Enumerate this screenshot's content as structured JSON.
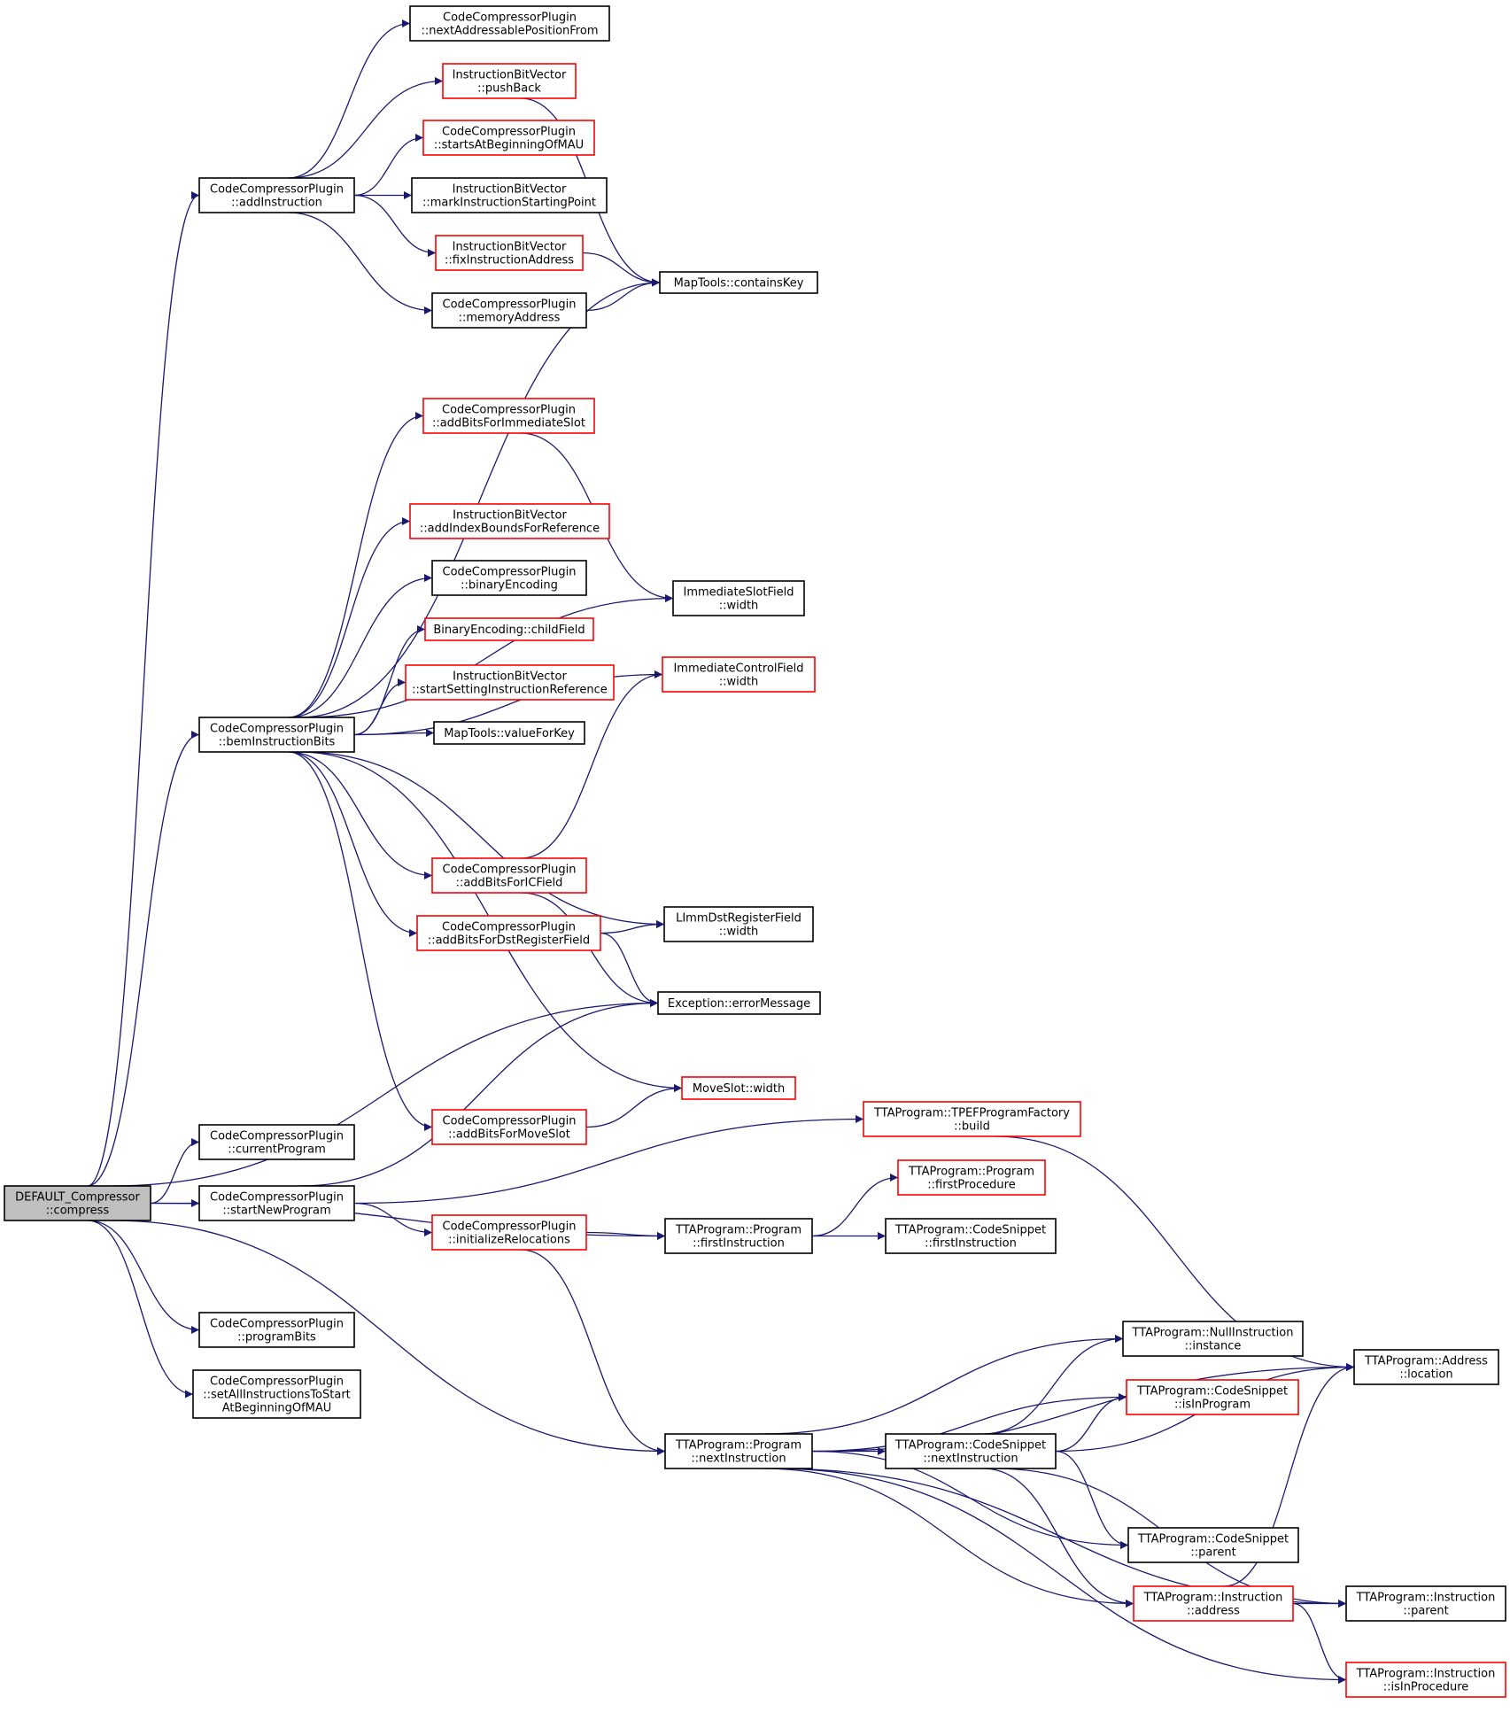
{
  "colors": {
    "edge": "#191970",
    "root_fill": "#bfbfbf",
    "node_fill": "#ffffff",
    "border_normal": "#000000",
    "border_truncated": "#ff0000"
  },
  "nodes": [
    {
      "id": "compress",
      "lines": [
        "DEFAULT_Compressor",
        "::compress"
      ],
      "style": "root"
    },
    {
      "id": "nextAddressable",
      "lines": [
        "CodeCompressorPlugin",
        "::nextAddressablePositionFrom"
      ],
      "style": "normal"
    },
    {
      "id": "pushBack",
      "lines": [
        "InstructionBitVector",
        "::pushBack"
      ],
      "style": "truncated"
    },
    {
      "id": "startsAtBeginning",
      "lines": [
        "CodeCompressorPlugin",
        "::startsAtBeginningOfMAU"
      ],
      "style": "truncated"
    },
    {
      "id": "addInstruction",
      "lines": [
        "CodeCompressorPlugin",
        "::addInstruction"
      ],
      "style": "normal"
    },
    {
      "id": "markInstruction",
      "lines": [
        "InstructionBitVector",
        "::markInstructionStartingPoint"
      ],
      "style": "normal"
    },
    {
      "id": "fixInstruction",
      "lines": [
        "InstructionBitVector",
        "::fixInstructionAddress"
      ],
      "style": "truncated"
    },
    {
      "id": "containsKey",
      "lines": [
        "MapTools::containsKey"
      ],
      "style": "normal"
    },
    {
      "id": "memoryAddress",
      "lines": [
        "CodeCompressorPlugin",
        "::memoryAddress"
      ],
      "style": "normal"
    },
    {
      "id": "addBitsImmSlot",
      "lines": [
        "CodeCompressorPlugin",
        "::addBitsForImmediateSlot"
      ],
      "style": "truncated"
    },
    {
      "id": "addIndexBounds",
      "lines": [
        "InstructionBitVector",
        "::addIndexBoundsForReference"
      ],
      "style": "truncated"
    },
    {
      "id": "binaryEncoding",
      "lines": [
        "CodeCompressorPlugin",
        "::binaryEncoding"
      ],
      "style": "normal"
    },
    {
      "id": "immSlotWidth",
      "lines": [
        "ImmediateSlotField",
        "::width"
      ],
      "style": "normal"
    },
    {
      "id": "childField",
      "lines": [
        "BinaryEncoding::childField"
      ],
      "style": "truncated"
    },
    {
      "id": "immCtrlWidth",
      "lines": [
        "ImmediateControlField",
        "::width"
      ],
      "style": "truncated"
    },
    {
      "id": "startSetting",
      "lines": [
        "InstructionBitVector",
        "::startSettingInstructionReference"
      ],
      "style": "truncated"
    },
    {
      "id": "bemInstructionBits",
      "lines": [
        "CodeCompressorPlugin",
        "::bemInstructionBits"
      ],
      "style": "normal"
    },
    {
      "id": "valueForKey",
      "lines": [
        "MapTools::valueForKey"
      ],
      "style": "normal"
    },
    {
      "id": "addBitsIC",
      "lines": [
        "CodeCompressorPlugin",
        "::addBitsForICField"
      ],
      "style": "truncated"
    },
    {
      "id": "limmWidth",
      "lines": [
        "LImmDstRegisterField",
        "::width"
      ],
      "style": "normal"
    },
    {
      "id": "addBitsDst",
      "lines": [
        "CodeCompressorPlugin",
        "::addBitsForDstRegisterField"
      ],
      "style": "truncated"
    },
    {
      "id": "errorMessage",
      "lines": [
        "Exception::errorMessage"
      ],
      "style": "normal"
    },
    {
      "id": "moveSlotWidth",
      "lines": [
        "MoveSlot::width"
      ],
      "style": "truncated"
    },
    {
      "id": "addBitsMove",
      "lines": [
        "CodeCompressorPlugin",
        "::addBitsForMoveSlot"
      ],
      "style": "truncated"
    },
    {
      "id": "tpefBuild",
      "lines": [
        "TTAProgram::TPEFProgramFactory",
        "::build"
      ],
      "style": "truncated"
    },
    {
      "id": "currentProgram",
      "lines": [
        "CodeCompressorPlugin",
        "::currentProgram"
      ],
      "style": "normal"
    },
    {
      "id": "firstProcedure",
      "lines": [
        "TTAProgram::Program",
        "::firstProcedure"
      ],
      "style": "truncated"
    },
    {
      "id": "startNewProgram",
      "lines": [
        "CodeCompressorPlugin",
        "::startNewProgram"
      ],
      "style": "normal"
    },
    {
      "id": "initRelocations",
      "lines": [
        "CodeCompressorPlugin",
        "::initializeRelocations"
      ],
      "style": "truncated"
    },
    {
      "id": "progFirstInstr",
      "lines": [
        "TTAProgram::Program",
        "::firstInstruction"
      ],
      "style": "normal"
    },
    {
      "id": "snipFirstInstr",
      "lines": [
        "TTAProgram::CodeSnippet",
        "::firstInstruction"
      ],
      "style": "normal"
    },
    {
      "id": "programBits",
      "lines": [
        "CodeCompressorPlugin",
        "::programBits"
      ],
      "style": "normal"
    },
    {
      "id": "setAllInstr",
      "lines": [
        "CodeCompressorPlugin",
        "::setAllInstructionsToStart",
        "AtBeginningOfMAU"
      ],
      "style": "normal"
    },
    {
      "id": "nullInstance",
      "lines": [
        "TTAProgram::NullInstruction",
        "::instance"
      ],
      "style": "normal"
    },
    {
      "id": "addrLocation",
      "lines": [
        "TTAProgram::Address",
        "::location"
      ],
      "style": "normal"
    },
    {
      "id": "isInProgram",
      "lines": [
        "TTAProgram::CodeSnippet",
        "::isInProgram"
      ],
      "style": "truncated"
    },
    {
      "id": "progNextInstr",
      "lines": [
        "TTAProgram::Program",
        "::nextInstruction"
      ],
      "style": "normal"
    },
    {
      "id": "snipNextInstr",
      "lines": [
        "TTAProgram::CodeSnippet",
        "::nextInstruction"
      ],
      "style": "normal"
    },
    {
      "id": "snipParent",
      "lines": [
        "TTAProgram::CodeSnippet",
        "::parent"
      ],
      "style": "normal"
    },
    {
      "id": "instrAddress",
      "lines": [
        "TTAProgram::Instruction",
        "::address"
      ],
      "style": "truncated"
    },
    {
      "id": "instrParent",
      "lines": [
        "TTAProgram::Instruction",
        "::parent"
      ],
      "style": "normal"
    },
    {
      "id": "isInProcedure",
      "lines": [
        "TTAProgram::Instruction",
        "::isInProcedure"
      ],
      "style": "truncated"
    }
  ],
  "edges": [
    [
      "compress",
      "addInstruction"
    ],
    [
      "compress",
      "bemInstructionBits"
    ],
    [
      "compress",
      "errorMessage"
    ],
    [
      "compress",
      "currentProgram"
    ],
    [
      "compress",
      "startNewProgram"
    ],
    [
      "compress",
      "progFirstInstr"
    ],
    [
      "compress",
      "programBits"
    ],
    [
      "compress",
      "setAllInstr"
    ],
    [
      "compress",
      "progNextInstr"
    ],
    [
      "addInstruction",
      "nextAddressable"
    ],
    [
      "addInstruction",
      "pushBack"
    ],
    [
      "addInstruction",
      "startsAtBeginning"
    ],
    [
      "addInstruction",
      "markInstruction"
    ],
    [
      "addInstruction",
      "fixInstruction"
    ],
    [
      "addInstruction",
      "memoryAddress"
    ],
    [
      "pushBack",
      "containsKey"
    ],
    [
      "fixInstruction",
      "containsKey"
    ],
    [
      "memoryAddress",
      "containsKey"
    ],
    [
      "bemInstructionBits",
      "containsKey"
    ],
    [
      "bemInstructionBits",
      "addBitsImmSlot"
    ],
    [
      "bemInstructionBits",
      "immCtrlWidth"
    ],
    [
      "bemInstructionBits",
      "addIndexBounds"
    ],
    [
      "bemInstructionBits",
      "binaryEncoding"
    ],
    [
      "bemInstructionBits",
      "childField"
    ],
    [
      "bemInstructionBits",
      "startSetting"
    ],
    [
      "bemInstructionBits",
      "valueForKey"
    ],
    [
      "bemInstructionBits",
      "immSlotWidth"
    ],
    [
      "bemInstructionBits",
      "limmWidth"
    ],
    [
      "bemInstructionBits",
      "addBitsIC"
    ],
    [
      "bemInstructionBits",
      "addBitsDst"
    ],
    [
      "bemInstructionBits",
      "moveSlotWidth"
    ],
    [
      "bemInstructionBits",
      "addBitsMove"
    ],
    [
      "addBitsImmSlot",
      "immSlotWidth"
    ],
    [
      "addBitsIC",
      "immCtrlWidth"
    ],
    [
      "addBitsIC",
      "errorMessage"
    ],
    [
      "addBitsDst",
      "limmWidth"
    ],
    [
      "addBitsDst",
      "errorMessage"
    ],
    [
      "addBitsMove",
      "moveSlotWidth"
    ],
    [
      "startNewProgram",
      "errorMessage"
    ],
    [
      "startNewProgram",
      "tpefBuild"
    ],
    [
      "startNewProgram",
      "initRelocations"
    ],
    [
      "initRelocations",
      "progFirstInstr"
    ],
    [
      "initRelocations",
      "progNextInstr"
    ],
    [
      "progFirstInstr",
      "firstProcedure"
    ],
    [
      "progFirstInstr",
      "snipFirstInstr"
    ],
    [
      "tpefBuild",
      "addrLocation"
    ],
    [
      "progNextInstr",
      "addrLocation"
    ],
    [
      "progNextInstr",
      "nullInstance"
    ],
    [
      "progNextInstr",
      "isInProgram"
    ],
    [
      "progNextInstr",
      "snipNextInstr"
    ],
    [
      "progNextInstr",
      "snipParent"
    ],
    [
      "progNextInstr",
      "instrAddress"
    ],
    [
      "progNextInstr",
      "instrParent"
    ],
    [
      "progNextInstr",
      "isInProcedure"
    ],
    [
      "snipNextInstr",
      "nullInstance"
    ],
    [
      "snipNextInstr",
      "isInProgram"
    ],
    [
      "snipNextInstr",
      "addrLocation"
    ],
    [
      "snipNextInstr",
      "snipParent"
    ],
    [
      "snipNextInstr",
      "instrAddress"
    ],
    [
      "snipNextInstr",
      "instrParent"
    ],
    [
      "instrAddress",
      "addrLocation"
    ],
    [
      "instrAddress",
      "instrParent"
    ],
    [
      "instrAddress",
      "isInProcedure"
    ]
  ]
}
